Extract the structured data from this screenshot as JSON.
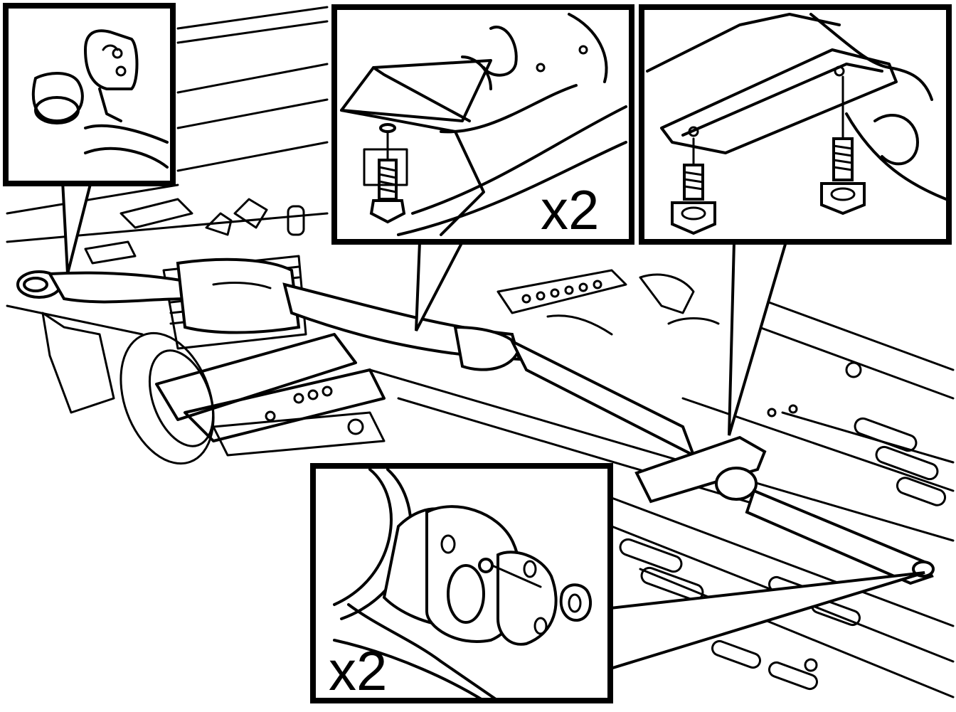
{
  "figure": {
    "callouts": [
      {
        "id": "rear-hanger",
        "label": ""
      },
      {
        "id": "center-bracket",
        "label": "x2"
      },
      {
        "id": "rear-crossmember",
        "label": ""
      },
      {
        "id": "front-flange",
        "label": "x2"
      }
    ],
    "colors": {
      "ink": "#000000",
      "paper": "#ffffff"
    }
  }
}
